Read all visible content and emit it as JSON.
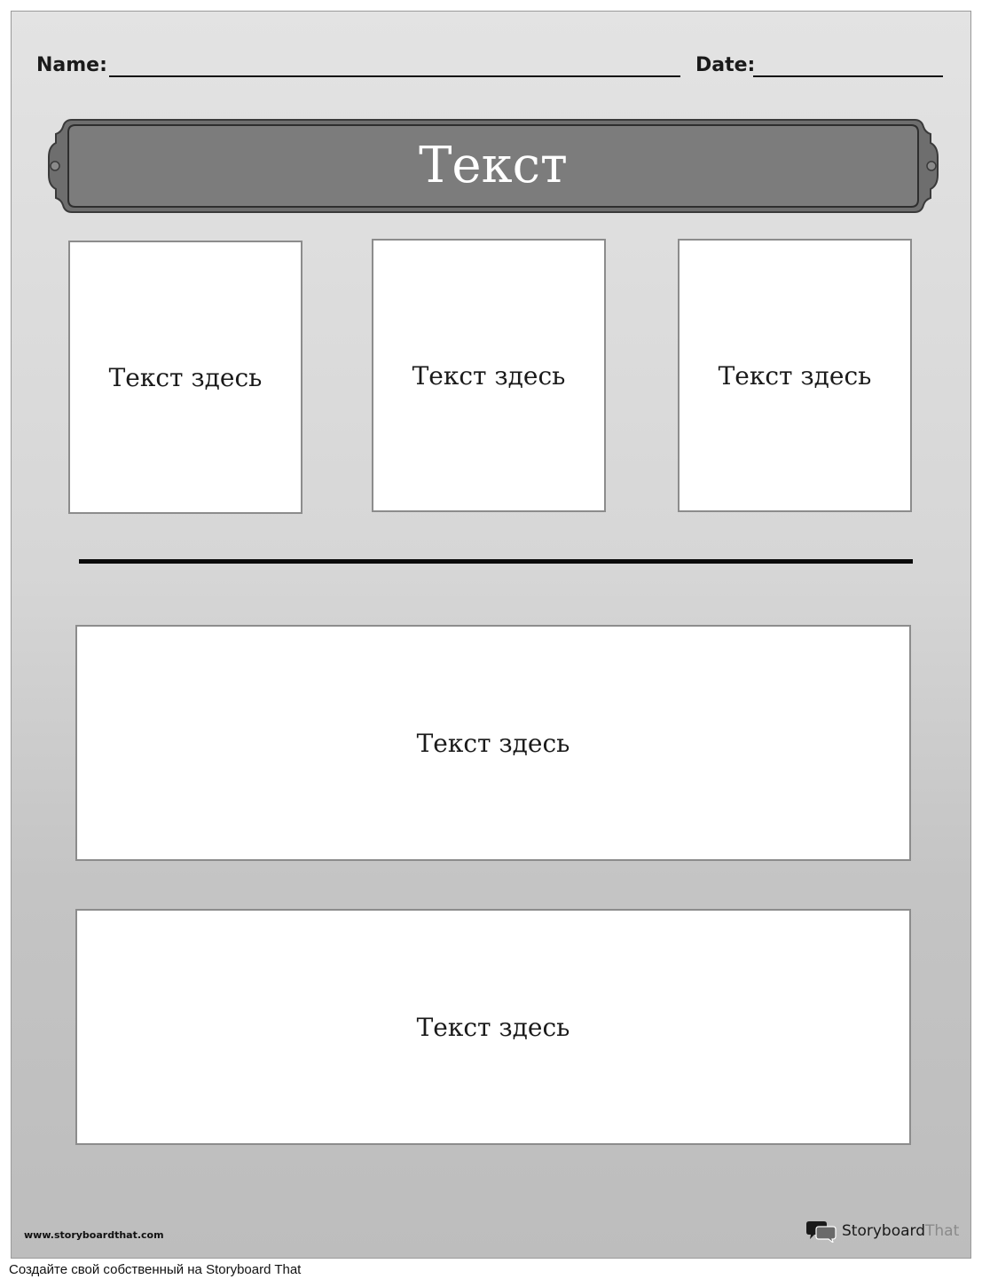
{
  "header": {
    "name_label": "Name:",
    "date_label": "Date:"
  },
  "banner": {
    "title": "Текст"
  },
  "top_boxes": [
    {
      "text": "Текст здесь"
    },
    {
      "text": "Текст здесь"
    },
    {
      "text": "Текст здесь"
    }
  ],
  "bottom_boxes": [
    {
      "text": "Текст здесь"
    },
    {
      "text": "Текст здесь"
    }
  ],
  "footer": {
    "site_url": "www.storyboardthat.com",
    "logo_part1": "Storyboard",
    "logo_part2": "That",
    "caption": "Создайте свой собственный на Storyboard That"
  },
  "colors": {
    "banner_fill": "#7a7a7a",
    "page_bg_top": "#e3e3e3",
    "page_bg_bottom": "#bdbdbd"
  }
}
